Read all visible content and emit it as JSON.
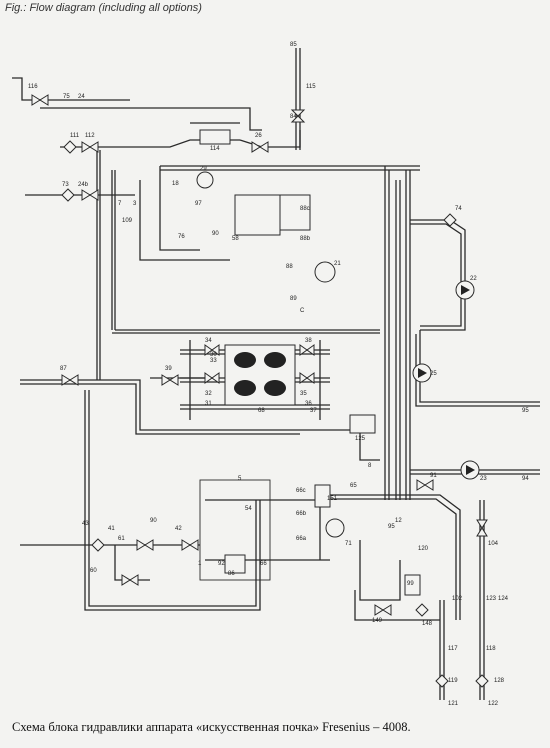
{
  "header": {
    "title": "Fig.: Flow diagram (including all options)"
  },
  "footer": {
    "caption": "Схема блока гидравлики аппарата «искусственная почка» Fresenius – 4008."
  },
  "diagram": {
    "labels": [
      "116",
      "75",
      "24",
      "111",
      "112",
      "114",
      "26",
      "84",
      "85",
      "115",
      "29",
      "73",
      "24b",
      "7",
      "3",
      "109",
      "18",
      "97",
      "76",
      "90",
      "58",
      "88c",
      "21",
      "88b",
      "88",
      "22",
      "74",
      "89",
      "C",
      "34",
      "30",
      "33",
      "38",
      "87",
      "39",
      "32",
      "31",
      "68",
      "35",
      "36",
      "37",
      "25",
      "125",
      "95",
      "23",
      "94",
      "8",
      "65",
      "151",
      "66c",
      "66b",
      "66a",
      "71",
      "66",
      "12",
      "91",
      "95",
      "92",
      "54",
      "5",
      "43",
      "41",
      "42",
      "1",
      "86",
      "60",
      "61",
      "90",
      "99",
      "149",
      "148",
      "120",
      "104",
      "102",
      "123",
      "124",
      "117",
      "118",
      "119",
      "121",
      "122",
      "128"
    ]
  }
}
